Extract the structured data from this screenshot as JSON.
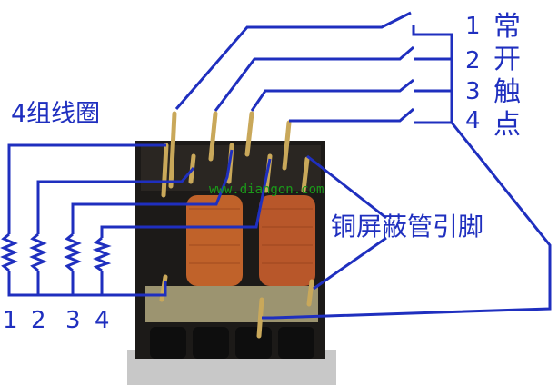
{
  "labels": {
    "coil_group": "4组线圈",
    "contacts": "常开触点",
    "shield_pin": "铜屏蔽管引脚",
    "watermark": "www.diangon.com"
  },
  "coil_numbers": [
    "1",
    "2",
    "3",
    "4"
  ],
  "contact_numbers": [
    "1",
    "2",
    "3",
    "4"
  ],
  "colors": {
    "wire": "#1f2fbf",
    "text": "#1f2fbf",
    "watermark": "#1a9a1a",
    "coil": "#c0622a"
  }
}
